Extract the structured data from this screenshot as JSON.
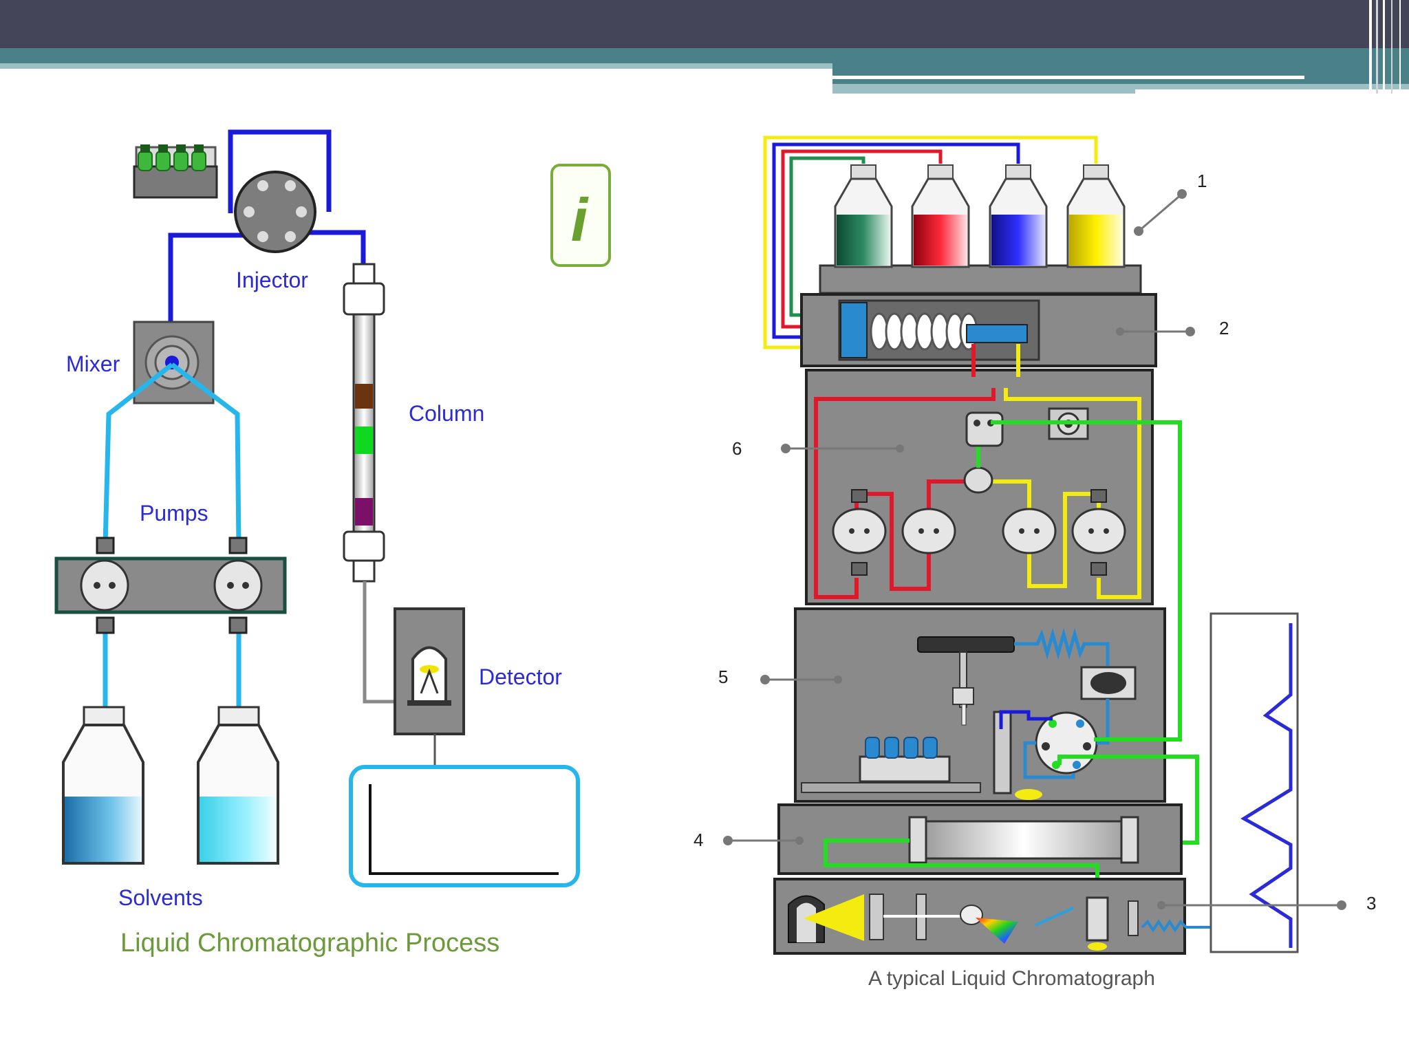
{
  "left_diagram": {
    "labels": {
      "injector": "Injector",
      "mixer": "Mixer",
      "column": "Column",
      "pumps": "Pumps",
      "detector": "Detector",
      "solvents": "Solvents"
    },
    "info_glyph": "i",
    "caption": "Liquid Chromatographic Process",
    "label_color": "#2b2bd6",
    "caption_color": "#6a9a3a"
  },
  "right_diagram": {
    "callouts": [
      "1",
      "2",
      "3",
      "4",
      "5",
      "6"
    ],
    "caption": "A typical Liquid Chromatograph",
    "caption_color": "#555555",
    "bottle_colors": [
      "#1f6e4e",
      "#e0182a",
      "#2020d8",
      "#f4ec10"
    ]
  },
  "icons": [
    "info-icon",
    "solvent-bottle-icon",
    "pump-head-icon",
    "injector-valve-icon",
    "detector-lamp-icon"
  ]
}
